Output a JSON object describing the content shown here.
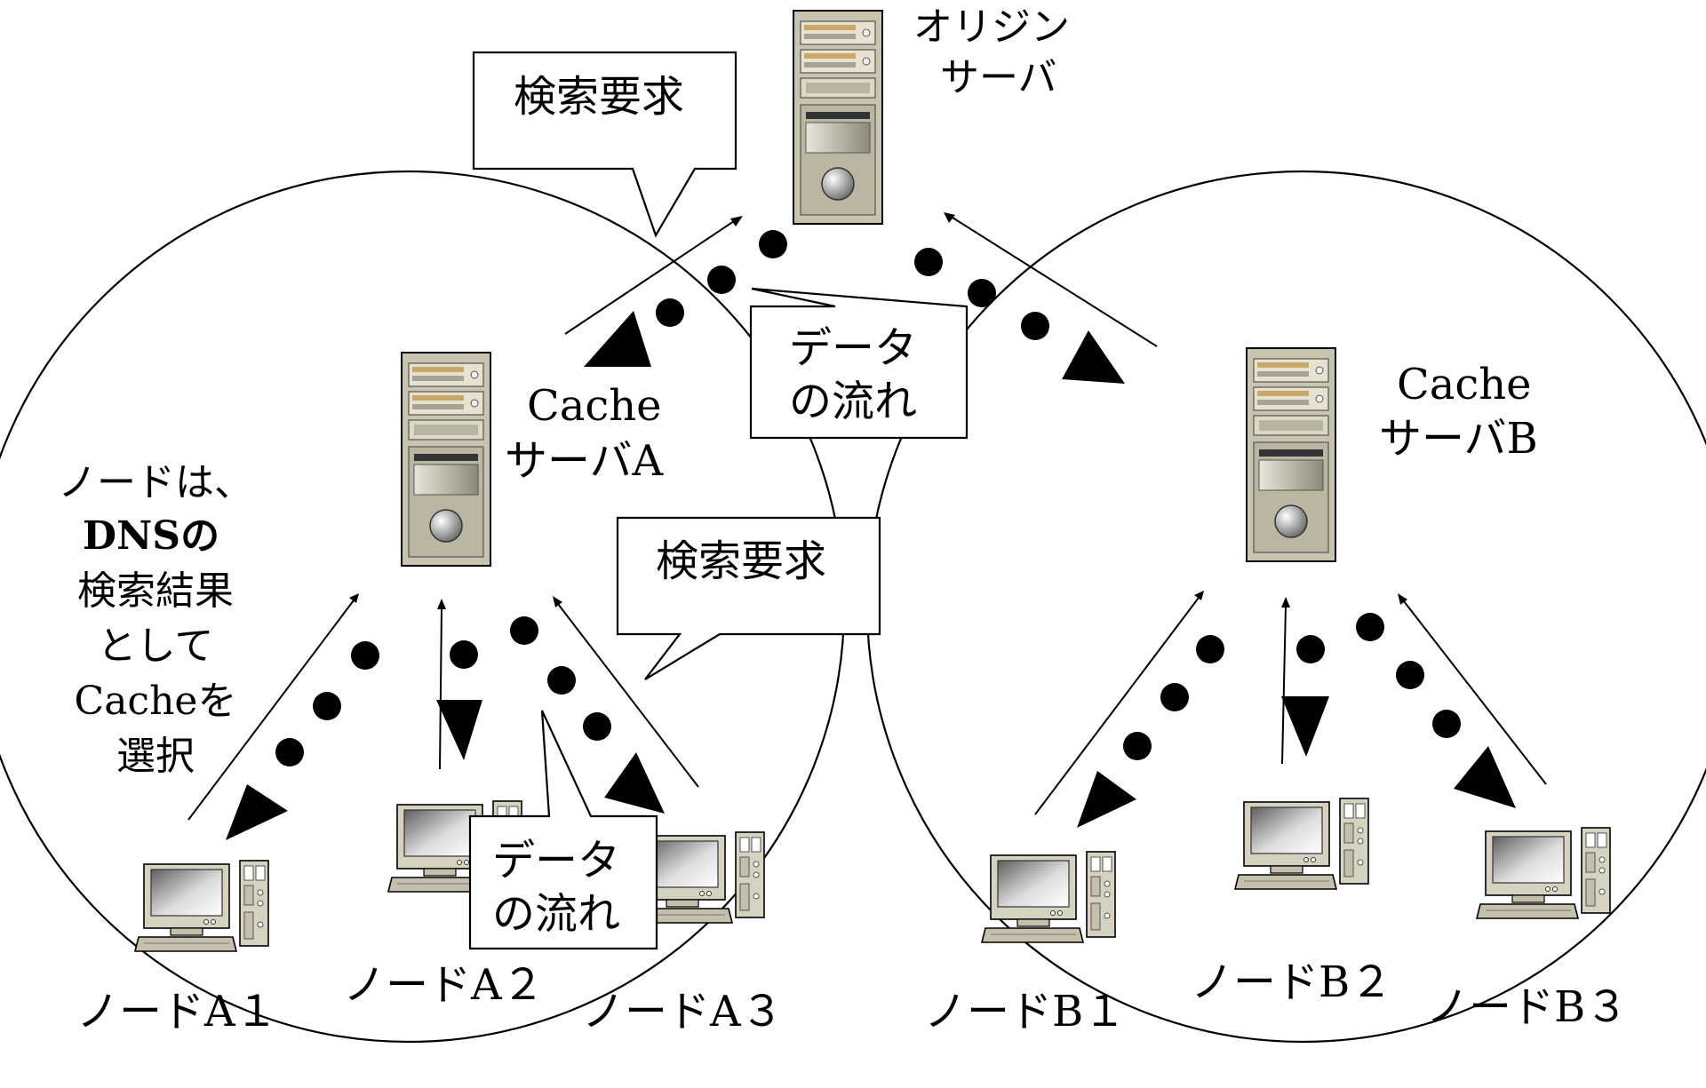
{
  "origin_server": {
    "label_line1": "オリジン",
    "label_line2": "サーバ"
  },
  "cache_a": {
    "label_line1": "Cache",
    "label_line2": "サーバA"
  },
  "cache_b": {
    "label_line1": "Cache",
    "label_line2": "サーバB"
  },
  "note": {
    "lines": [
      "ノードは、",
      "DNSの",
      "検索結果",
      "として",
      "Cacheを",
      "選択"
    ]
  },
  "callouts": {
    "search_top": "検索要求",
    "search_mid": "検索要求",
    "data_top_line1": "データ",
    "data_top_line2": "の流れ",
    "data_bottom_line1": "データ",
    "data_bottom_line2": "の流れ"
  },
  "nodes": {
    "a1": "ノードA１",
    "a2": "ノードA２",
    "a3": "ノードA３",
    "b1": "ノードB１",
    "b2": "ノードB２",
    "b3": "ノードB３"
  },
  "colors": {
    "server_body": "#c8c4b0",
    "server_bay": "#b4b09a",
    "monitor_frame": "#d6d2c0",
    "screen_gradient_dark": "#6a6a6a",
    "screen_gradient_light": "#ffffff",
    "stroke": "#000000"
  }
}
